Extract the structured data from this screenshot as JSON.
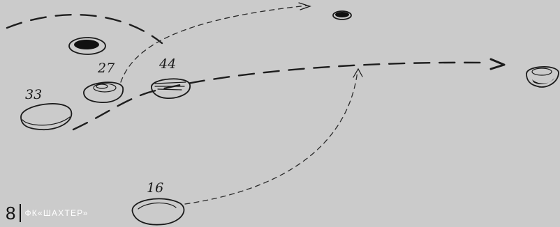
{
  "footer": {
    "page_number": "8",
    "brand": "ФК«ШАХТЕР»"
  },
  "players": [
    {
      "id": "p33",
      "label": "33"
    },
    {
      "id": "p27",
      "label": "27"
    },
    {
      "id": "p44",
      "label": "44"
    },
    {
      "id": "p16",
      "label": "16"
    }
  ],
  "colors": {
    "background": "#cbcbcb",
    "ink": "#111111",
    "brand_text": "#ffffff"
  }
}
